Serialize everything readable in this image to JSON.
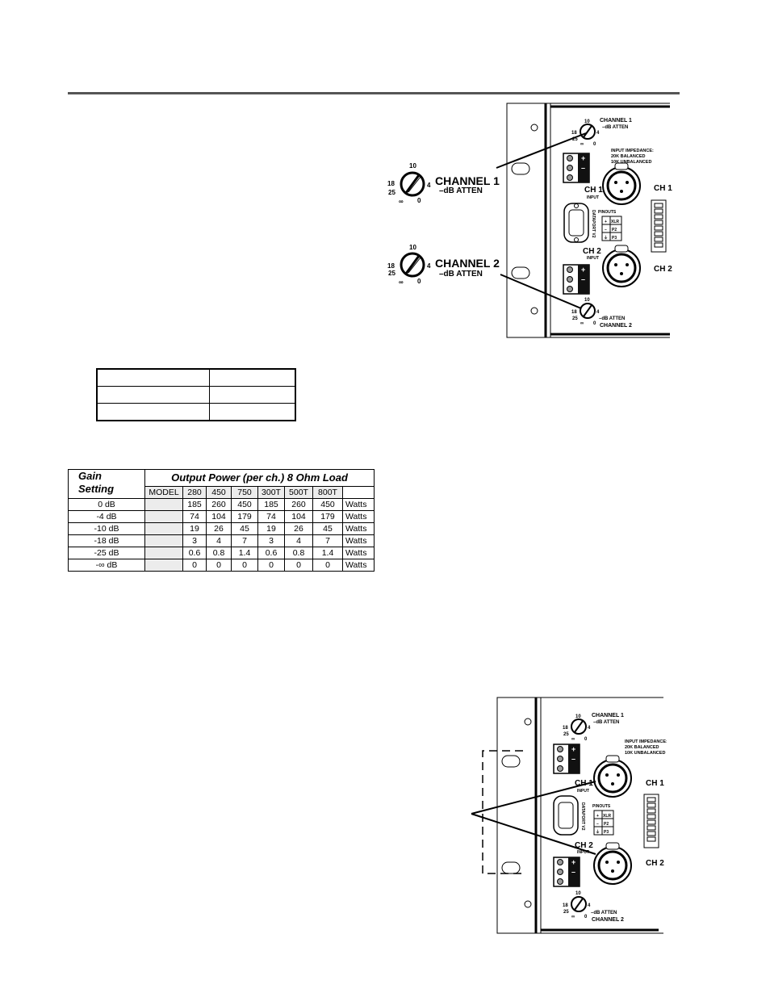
{
  "knob_labels": {
    "channel1_title": "CHANNEL 1",
    "channel2_title": "CHANNEL 2",
    "atten": "–dB ATTEN",
    "atten_small": "–dB ATTEN",
    "scale": [
      "10",
      "4",
      "0",
      "∞",
      "25",
      "18"
    ]
  },
  "panel": {
    "channel1": "CHANNEL 1",
    "channel2": "CHANNEL 2",
    "input_impedance": [
      "INPUT IMPEDANCE:",
      "20K BALANCED",
      "10K UNBALANCED"
    ],
    "ch1": "CH 1",
    "ch2": "CH 2",
    "input": "INPUT",
    "dataport": "DATAPORT V2",
    "pinouts": "PINOUTS",
    "pin_rows": [
      [
        "+",
        "XLR"
      ],
      [
        "–",
        "P2"
      ],
      [
        "⏚",
        "P3"
      ]
    ],
    "pin_values": [
      "XLR",
      "P2",
      "P3"
    ]
  },
  "gain_table": {
    "header_gain": [
      "Gain",
      "Setting"
    ],
    "header_output": "Output Power (per ch.) 8 Ohm Load",
    "columns": [
      "MODEL",
      "280",
      "450",
      "750",
      "300T",
      "500T",
      "800T"
    ],
    "rows": [
      {
        "setting": "0 dB",
        "values": [
          "185",
          "260",
          "450",
          "185",
          "260",
          "450"
        ],
        "unit": "Watts"
      },
      {
        "setting": "-4 dB",
        "values": [
          "74",
          "104",
          "179",
          "74",
          "104",
          "179"
        ],
        "unit": "Watts"
      },
      {
        "setting": "-10 dB",
        "values": [
          "19",
          "26",
          "45",
          "19",
          "26",
          "45"
        ],
        "unit": "Watts"
      },
      {
        "setting": "-18 dB",
        "values": [
          "3",
          "4",
          "7",
          "3",
          "4",
          "7"
        ],
        "unit": "Watts"
      },
      {
        "setting": "-25 dB",
        "values": [
          "0.6",
          "0.8",
          "1.4",
          "0.6",
          "0.8",
          "1.4"
        ],
        "unit": "Watts"
      },
      {
        "setting": "-∞ dB",
        "values": [
          "0",
          "0",
          "0",
          "0",
          "0",
          "0"
        ],
        "unit": "Watts"
      }
    ]
  },
  "colors": {
    "ink": "#000000",
    "rule": "#555555",
    "model_fill": "#ececec",
    "panel_fill": "#ffffff"
  }
}
